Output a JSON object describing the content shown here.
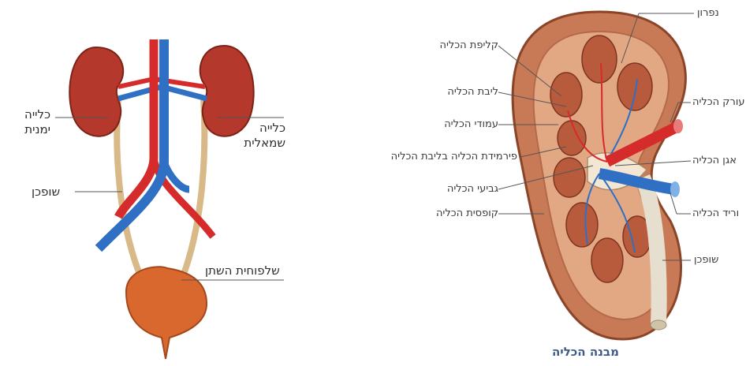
{
  "left_diagram": {
    "labels": {
      "right_kidney": [
        "כלייה",
        "ימנית"
      ],
      "left_kidney": [
        "כלייה",
        "שמאלית"
      ],
      "ureter": "שופכן",
      "bladder": "שלפוחית השתן"
    }
  },
  "right_diagram": {
    "title": "מבנה הכליה",
    "labels": {
      "capsule": "קליפת הכליה",
      "medulla": "ליבת הכליה",
      "columns": "עמודי הכליה",
      "pyramid": "פירמידת הכליה בליבת הכליה",
      "calyces": "גביעי הכליה",
      "renal_capsule": "קופסית הכליה",
      "nephron": "נפרון",
      "renal_artery": "עורק הכליה",
      "renal_pelvis": "אגן הכליה",
      "renal_vein": "וריד הכליה",
      "ureter": "שופכן"
    }
  },
  "colors": {
    "kidney": "#b4382b",
    "artery": "#d62b2b",
    "vein": "#2f6fc4",
    "ureter": "#d9b988",
    "bladder": "#d9682f",
    "cortex": "#c77a55",
    "leader": "#555555"
  }
}
